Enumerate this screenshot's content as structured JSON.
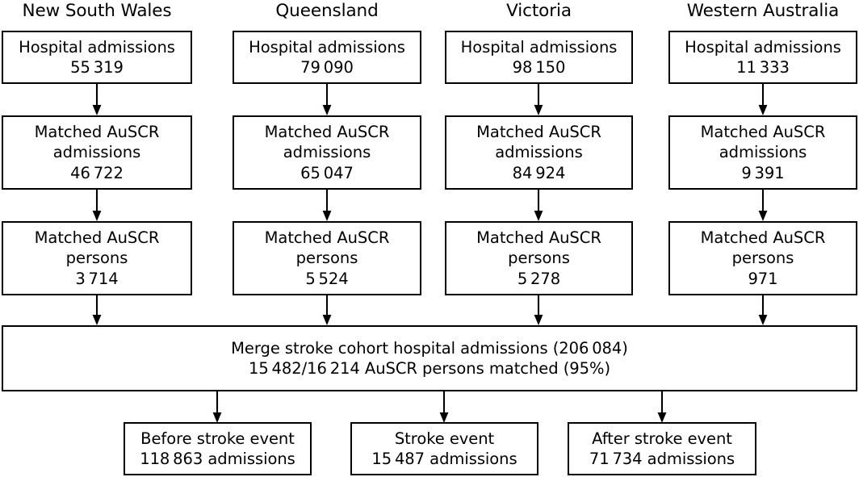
{
  "figure": {
    "type": "flowchart",
    "title": "",
    "background_color": "#ffffff",
    "line_color": "#000000",
    "text_color": "#000000"
  },
  "columns": [
    {
      "header": "New South Wales"
    },
    {
      "header": "Queensland"
    },
    {
      "header": "Victoria"
    },
    {
      "header": "Western Australia"
    }
  ],
  "rows": [
    {
      "row_name": "hospital-admissions",
      "cells": [
        {
          "line1": "Hospital admissions",
          "line2": "55 319",
          "line3": ""
        },
        {
          "line1": "Hospital admissions",
          "line2": "79 090",
          "line3": ""
        },
        {
          "line1": "Hospital admissions",
          "line2": "98 150",
          "line3": ""
        },
        {
          "line1": "Hospital admissions",
          "line2": "11 333",
          "line3": ""
        }
      ]
    },
    {
      "row_name": "matched-auscr-admissions",
      "cells": [
        {
          "line1": "Matched AuSCR",
          "line2": "admissions",
          "line3": "46 722"
        },
        {
          "line1": "Matched AuSCR",
          "line2": "admissions",
          "line3": "65 047"
        },
        {
          "line1": "Matched AuSCR",
          "line2": "admissions",
          "line3": "84 924"
        },
        {
          "line1": "Matched AuSCR",
          "line2": "admissions",
          "line3": "9 391"
        }
      ]
    },
    {
      "row_name": "matched-auscr-persons",
      "cells": [
        {
          "line1": "Matched AuSCR",
          "line2": "persons",
          "line3": "3 714"
        },
        {
          "line1": "Matched AuSCR",
          "line2": "persons",
          "line3": "5 524"
        },
        {
          "line1": "Matched AuSCR",
          "line2": "persons",
          "line3": "5 278"
        },
        {
          "line1": "Matched AuSCR",
          "line2": "persons",
          "line3": "971"
        }
      ]
    }
  ],
  "merge": {
    "line1": "Merge stroke cohort hospital admissions (206 084)",
    "line2": "15 482/16 214 AuSCR persons matched (95%)"
  },
  "outcomes": [
    {
      "line1": "Before stroke event",
      "line2": "118 863 admissions"
    },
    {
      "line1": "Stroke event",
      "line2": "15 487 admissions"
    },
    {
      "line1": "After stroke event",
      "line2": "71 734 admissions"
    }
  ],
  "chart_data": {
    "type": "flowchart",
    "states": [
      "New South Wales",
      "Queensland",
      "Victoria",
      "Western Australia"
    ],
    "stages": [
      "Hospital admissions",
      "Matched AuSCR admissions",
      "Matched AuSCR persons"
    ],
    "values": {
      "hospital_admissions": [
        55319,
        79090,
        98150,
        11333
      ],
      "matched_auscr_admissions": [
        46722,
        65047,
        84924,
        9391
      ],
      "matched_auscr_persons": [
        3714,
        5524,
        5278,
        971
      ]
    },
    "merge": {
      "total_admissions": 206084,
      "persons_matched": 15482,
      "persons_total": 16214,
      "match_percent": 95
    },
    "outcomes": {
      "before_stroke_event_admissions": 118863,
      "stroke_event_admissions": 15487,
      "after_stroke_event_admissions": 71734
    }
  }
}
